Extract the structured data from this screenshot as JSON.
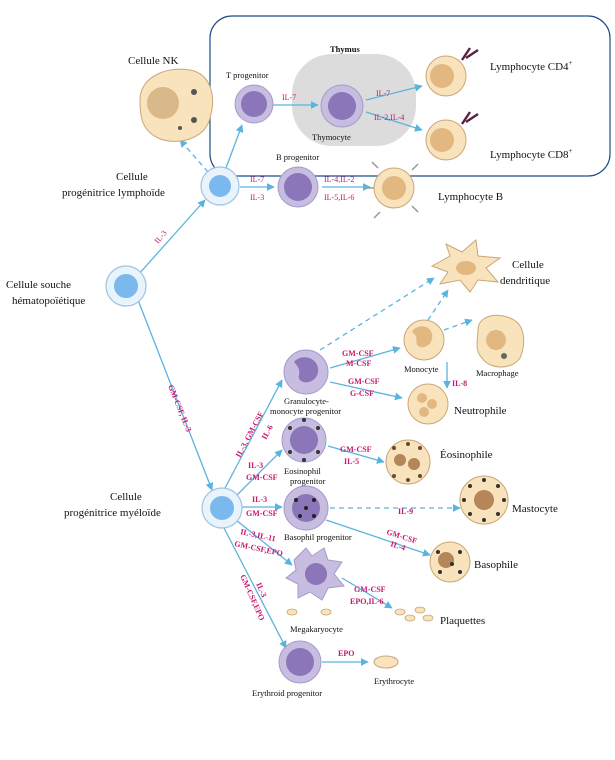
{
  "colors": {
    "arrow": "#5ab4e0",
    "cytokine": "#c8186e",
    "thymus_bg": "#dcdcdc",
    "border": "#1f4f88",
    "stem_nucleus": "#7ab8ee",
    "purple_nucleus": "#8a76b8",
    "beige_cell": "#f8e3bc"
  },
  "labels": {
    "nk": "Cellule NK",
    "thymus": "Thymus",
    "t_progenitor": "T progenitor",
    "thymocyte": "Thymocyte",
    "cd4": "Lymphocyte CD4",
    "cd8": "Lymphocyte CD8",
    "plus": "+",
    "b_progenitor": "B progenitor",
    "lymphoid_1": "Cellule",
    "lymphoid_2": "progénitrice lymphoïde",
    "b_lymph": "Lymphocyte B",
    "stem_1": "Cellule souche",
    "stem_2": "hématopoïétique",
    "dendritic_1": "Cellule",
    "dendritic_2": "dendritique",
    "monocyte": "Monocyte",
    "macrophage": "Macrophage",
    "gm_prog_1": "Granulocyte-",
    "gm_prog_2": "monocyte progenitor",
    "neutrophil": "Neutrophile",
    "eos_prog_1": "Eosinophil",
    "eos_prog_2": "progenitor",
    "eosinophil": "Éosinophile",
    "myeloid_1": "Cellule",
    "myeloid_2": "progénitrice myéloïde",
    "mastocyte": "Mastocyte",
    "baso_prog": "Basophil progenitor",
    "basophil": "Basophile",
    "megak": "Megakaryocyte",
    "platelets": "Plaquettes",
    "erythroid": "Erythroid progenitor",
    "erythrocyte": "Erythrocyte"
  },
  "cytokines": {
    "t_il7": "IL-7",
    "th_il7": "IL-7",
    "th_il24": "IL-2,IL-4",
    "b_il7": "IL-7",
    "b_il3": "IL-3",
    "b_il42": "IL-4,IL-2",
    "b_il56": "IL-5,IL-6",
    "lymph_il3": "IL-3",
    "myeloid_gm": "GM-CSF, IL-3",
    "gm_branch": "IL-3, GM-CSF",
    "gm_branch2": "IL-6",
    "mono_gm": "GM-CSF",
    "mono_m": "M-CSF",
    "neut_gm": "GM-CSF",
    "neut_g": "G-CSF",
    "il8": "IL-8",
    "eos_il3": "IL-3",
    "eos_gm": "GM-CSF",
    "eos_gm2": "GM-CSF",
    "eos_il5": "IL-5",
    "baso_il3": "IL-3",
    "baso_gm": "GM-CSF",
    "il9": "IL-9",
    "baso_gm2": "GM-CSF",
    "baso_il4": "IL-4",
    "mk_il3": "IL-3,IL-11",
    "mk_gm": "GM-CSF,EPO",
    "plt_gm": "GM-CSF",
    "plt_epo": "EPO,IL-6",
    "ery_il3": "IL-3",
    "ery_gm": "GM-CSF,EPO",
    "epo": "EPO"
  }
}
